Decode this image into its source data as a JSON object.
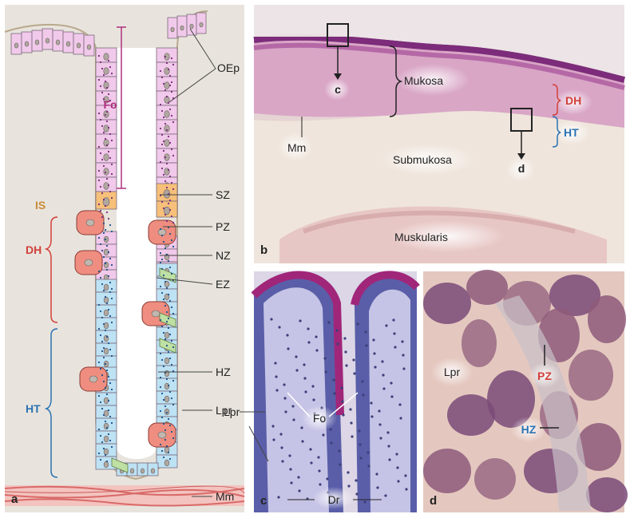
{
  "panels": {
    "a": {
      "letter": "a",
      "labels": {
        "oep": "OEp",
        "fo": "Fo",
        "is": "IS",
        "dh": "DH",
        "ht": "HT",
        "sz": "SZ",
        "pz": "PZ",
        "nz": "NZ",
        "ez": "EZ",
        "hz": "HZ",
        "lpr": "Lpr",
        "mm": "Mm"
      }
    },
    "b": {
      "letter": "b",
      "labels": {
        "c": "c",
        "d": "d",
        "mukosa": "Mukosa",
        "dh": "DH",
        "ht": "HT",
        "mm": "Mm",
        "submukosa": "Submukosa",
        "muskularis": "Muskularis"
      }
    },
    "c": {
      "letter": "c",
      "labels": {
        "lpr": "Lpr",
        "fo": "Fo",
        "dr": "Dr"
      }
    },
    "d": {
      "letter": "d",
      "labels": {
        "lpr": "Lpr",
        "pz": "PZ",
        "hz": "HZ"
      }
    }
  },
  "colors": {
    "dh": "#d2403a",
    "ht": "#2b73b3",
    "is": "#c98a3a",
    "fo": "#b0307f",
    "pink_cell": "#f1c9ea",
    "blue_cell": "#bde2f4",
    "sz_cell": "#f6c07a",
    "pz_cell": "#ef8e80",
    "ez_cell": "#bfe0a3"
  }
}
